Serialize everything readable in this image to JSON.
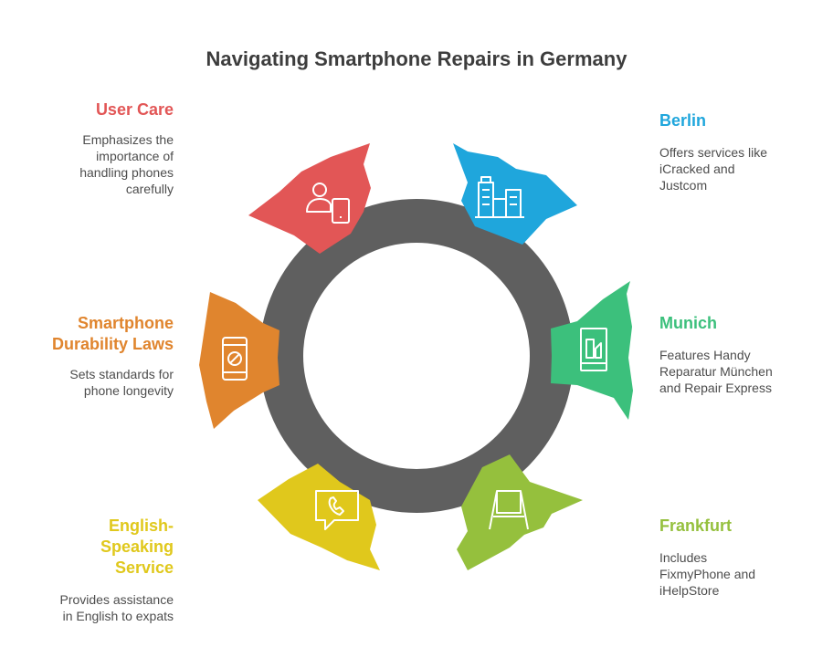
{
  "title": "Navigating Smartphone Repairs in Germany",
  "colors": {
    "ring": "#5f5f5f",
    "berlin": "#1fa6dc",
    "munich": "#3cc07c",
    "frankfurt": "#95c03d",
    "english": "#e0c81c",
    "laws": "#e0852e",
    "care": "#e25656"
  },
  "items": {
    "berlin": {
      "label": "Berlin",
      "desc": [
        "Offers services like",
        "iCracked and",
        "Justcom"
      ],
      "icon": "buildings-icon"
    },
    "munich": {
      "label": "Munich",
      "desc": [
        "Features Handy",
        "Reparatur München",
        "and Repair Express"
      ],
      "icon": "phone-repair-icon"
    },
    "frankfurt": {
      "label": "Frankfurt",
      "desc": [
        "Includes",
        "FixmyPhone and",
        "iHelpStore"
      ],
      "icon": "easel-icon"
    },
    "english": {
      "label": [
        "English-",
        "Speaking",
        "Service"
      ],
      "desc": [
        "Provides assistance",
        "in English to expats"
      ],
      "icon": "phone-chat-icon"
    },
    "laws": {
      "label": [
        "Smartphone",
        "Durability Laws"
      ],
      "desc": [
        "Sets standards for",
        "phone longevity"
      ],
      "icon": "phone-prohibited-icon"
    },
    "care": {
      "label": "User Care",
      "desc": [
        "Emphasizes the",
        "importance of",
        "handling phones",
        "carefully"
      ],
      "icon": "user-phone-icon"
    }
  }
}
